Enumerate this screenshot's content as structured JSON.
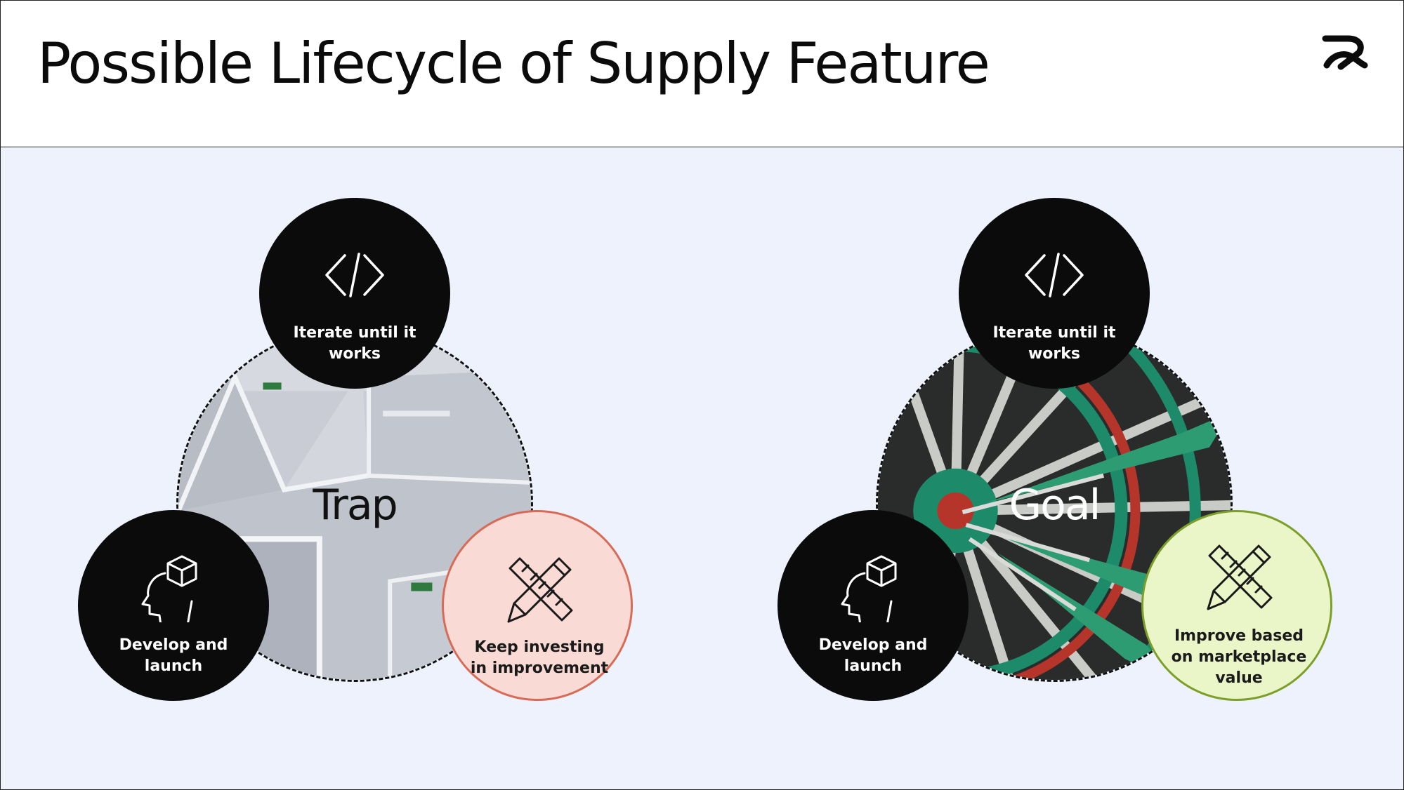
{
  "title": "Possible Lifecycle of Supply Feature",
  "logo": {
    "icon": "brand-logo-icon"
  },
  "colors": {
    "background": "#eef2fc",
    "node_dark": "#0b0b0c",
    "trap_node_fill": "#fadad5",
    "trap_node_border": "#d86b57",
    "goal_node_fill": "#eaf5c8",
    "goal_node_border": "#7e9e2a"
  },
  "trap": {
    "center_label": "Trap",
    "center_image": "maze-walls-with-exit-signs",
    "nodes": {
      "top": {
        "label": "Iterate until it works",
        "icon": "code-brackets-icon"
      },
      "left": {
        "label": "Develop and launch",
        "icon": "head-with-cube-icon"
      },
      "right": {
        "label": "Keep investing in improvement",
        "icon": "ruler-pencil-icon"
      }
    }
  },
  "goal": {
    "center_label": "Goal",
    "center_image": "darts-on-dartboard-bullseye",
    "nodes": {
      "top": {
        "label": "Iterate until it works",
        "icon": "code-brackets-icon"
      },
      "left": {
        "label": "Develop and launch",
        "icon": "head-with-cube-icon"
      },
      "right": {
        "label": "Improve based on marketplace value",
        "icon": "ruler-pencil-icon"
      }
    }
  }
}
